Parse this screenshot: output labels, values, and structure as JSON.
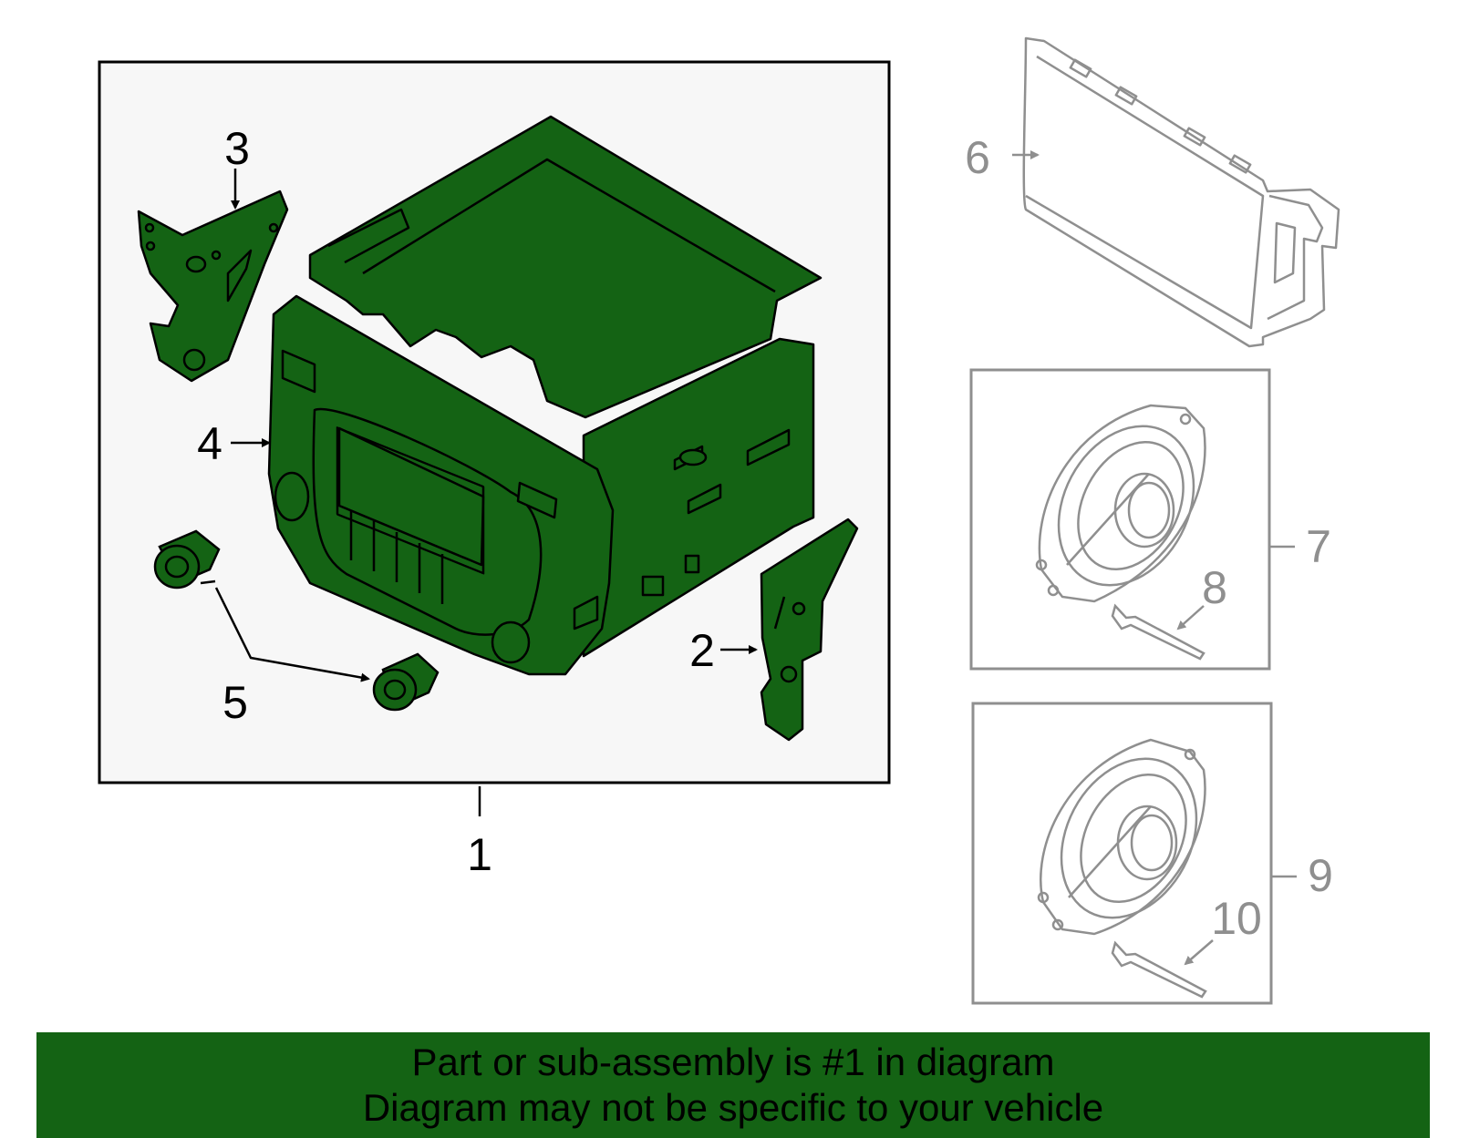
{
  "diagram": {
    "highlight_color": "#146314",
    "secondary_color": "#8f8f8f",
    "callouts": {
      "c1": "1",
      "c2": "2",
      "c3": "3",
      "c4": "4",
      "c5": "5",
      "c6": "6",
      "c7": "7",
      "c8": "8",
      "c9": "9",
      "c10": "10"
    }
  },
  "banner": {
    "line1": "Part or sub-assembly is #1 in diagram",
    "line2": "Diagram may not be specific to your vehicle"
  }
}
